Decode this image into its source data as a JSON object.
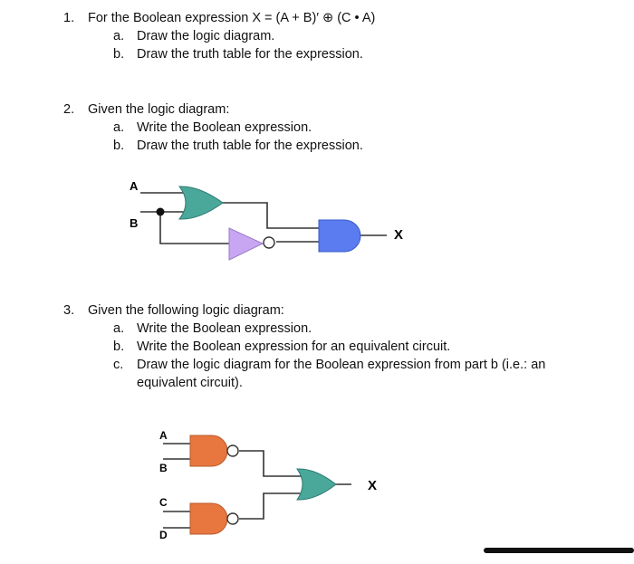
{
  "questions": [
    {
      "number": "1.",
      "stem": "For the Boolean expression X = (A + B)′ ⊕ (C • A)",
      "parts": [
        {
          "letter": "a.",
          "text": "Draw the logic diagram."
        },
        {
          "letter": "b.",
          "text": "Draw the truth table for the expression."
        }
      ]
    },
    {
      "number": "2.",
      "stem": "Given the logic diagram:",
      "parts": [
        {
          "letter": "a.",
          "text": "Write the Boolean expression."
        },
        {
          "letter": "b.",
          "text": "Draw the truth table for the expression."
        }
      ],
      "diagram": {
        "input_a": "A",
        "input_b": "B",
        "output": "X",
        "or_gate_color": "#4aa89a",
        "not_gate_color": "#c9a6f2",
        "and_gate_color": "#5b7cf0"
      }
    },
    {
      "number": "3.",
      "stem": "Given the following logic diagram:",
      "parts": [
        {
          "letter": "a.",
          "text": "Write the Boolean expression."
        },
        {
          "letter": "b.",
          "text": "Write the Boolean expression for an equivalent circuit."
        },
        {
          "letter": "c.",
          "text": "Draw the logic diagram for the Boolean expression from part b (i.e.: an equivalent circuit)."
        }
      ],
      "diagram": {
        "input_a": "A",
        "input_b": "B",
        "input_c": "C",
        "input_d": "D",
        "output": "X",
        "nand_gate_color": "#e8763f",
        "or_gate_color": "#4aa89a"
      }
    }
  ]
}
